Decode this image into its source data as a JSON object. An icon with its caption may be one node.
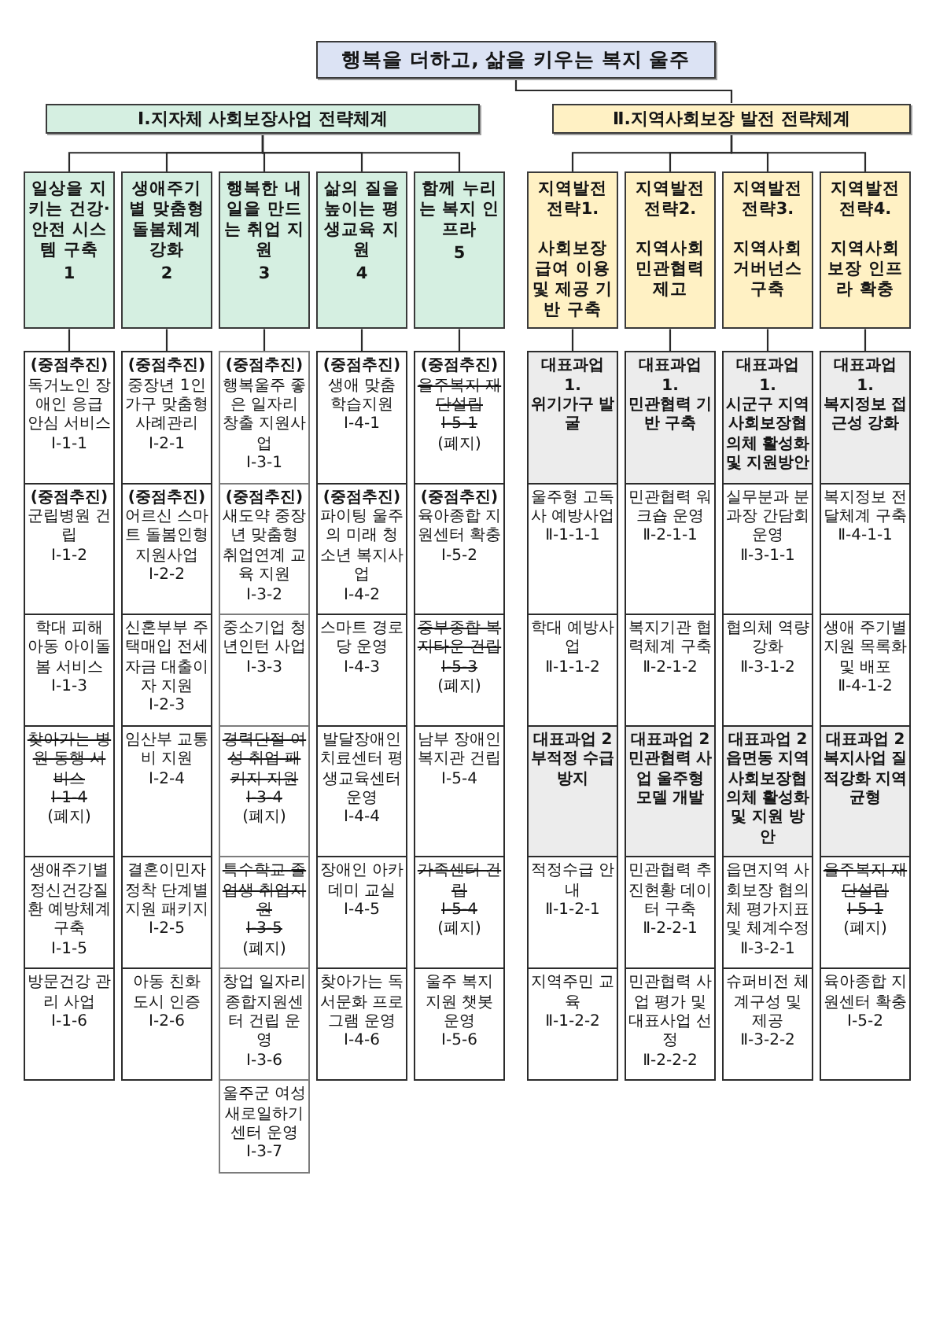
{
  "diagram": {
    "nodes": [
      {
        "text": [
          "행복을 더하고, 삶을 키우는 복지 울주"
        ]
      },
      {
        "text": [
          "Ⅰ.지자체 사회보장사업 전략체계"
        ]
      },
      {
        "text": [
          "Ⅱ.지역사회보장 발전 전략체계"
        ]
      },
      {
        "text": [
          "일상을 지키는 건강·안전 시스템 구축",
          "1"
        ]
      },
      {
        "text": [
          "생애주기별 맞춤형 돌봄체계 강화",
          "2"
        ]
      },
      {
        "text": [
          "행복한 내일을 만드는 취업 지원",
          "3"
        ]
      },
      {
        "text": [
          "삶의 질을 높이는 평생교육 지원",
          "4"
        ]
      },
      {
        "text": [
          "함께 누리는 복지 인프라",
          "5"
        ]
      },
      {
        "text": [
          "지역발전 전략1.",
          "사회보장급여 이용 및 제공 기반 구축"
        ]
      },
      {
        "text": [
          "지역발전 전략2.",
          "지역사회 민관협력 제고"
        ]
      },
      {
        "text": [
          "지역발전 전략3.",
          "지역사회 거버넌스 구축"
        ]
      },
      {
        "text": [
          "지역발전 전략4.",
          "지역사회보장 인프라 확충"
        ]
      },
      {
        "text": [
          "(중점추진)",
          "독거노인 장애인 응급 안심 서비스",
          "Ⅰ-1-1"
        ]
      },
      {
        "text": [
          "(중점추진)",
          "군립병원 건립",
          "Ⅰ-1-2"
        ]
      },
      {
        "text": [
          "학대 피해 아동 아이돌봄 서비스",
          "Ⅰ-1-3"
        ]
      },
      {
        "text": [
          "찾아가는 병원 동행 서비스",
          "Ⅰ-1-4",
          "(폐지)"
        ]
      },
      {
        "text": [
          "생애주기별 정신건강질환 예방체계 구축",
          "Ⅰ-1-5"
        ]
      },
      {
        "text": [
          "방문건강 관리 사업",
          "Ⅰ-1-6"
        ]
      },
      {
        "text": [
          "(중점추진)",
          "중장년 1인가구 맞춤형 사례관리",
          "Ⅰ-2-1"
        ]
      },
      {
        "text": [
          "(중점추진)",
          "어르신 스마트 돌봄인형 지원사업",
          "Ⅰ-2-2"
        ]
      },
      {
        "text": [
          "신혼부부 주택매입 전세자금 대출이자 지원",
          "Ⅰ-2-3"
        ]
      },
      {
        "text": [
          "임산부 교통비 지원",
          "Ⅰ-2-4"
        ]
      },
      {
        "text": [
          "결혼이민자 정착 단계별 지원 패키지",
          "Ⅰ-2-5"
        ]
      },
      {
        "text": [
          "아동 친화 도시 인증",
          "Ⅰ-2-6"
        ]
      },
      {
        "text": [
          "(중점추진)",
          "행복울주 좋은 일자리 창출 지원사업",
          "Ⅰ-3-1"
        ]
      },
      {
        "text": [
          "(중점추진)",
          "새도약 중장년 맞춤형 취업연계 교육 지원",
          "Ⅰ-3-2"
        ]
      },
      {
        "text": [
          "중소기업 청년인턴 사업",
          "Ⅰ-3-3"
        ]
      },
      {
        "text": [
          "경력단절 여성 취업 패키지 지원",
          "Ⅰ-3-4",
          "(폐지)"
        ]
      },
      {
        "text": [
          "특수학교 졸업생 취업지원",
          "Ⅰ-3-5",
          "(폐지)"
        ]
      },
      {
        "text": [
          "창업 일자리 종합지원센터 건립 운영",
          "Ⅰ-3-6"
        ]
      },
      {
        "text": [
          "울주군 여성 새로일하기 센터 운영",
          "Ⅰ-3-7"
        ]
      },
      {
        "text": [
          "(중점추진)",
          "생애 맞춤 학습지원",
          "Ⅰ-4-1"
        ]
      },
      {
        "text": [
          "(중점추진)",
          "파이팅 울주의 미래 청소년 복지사업",
          "Ⅰ-4-2"
        ]
      },
      {
        "text": [
          "스마트 경로당 운영",
          "Ⅰ-4-3"
        ]
      },
      {
        "text": [
          "발달장애인 치료센터 평생교육센터 운영",
          "Ⅰ-4-4"
        ]
      },
      {
        "text": [
          "장애인 아카데미 교실",
          "Ⅰ-4-5"
        ]
      },
      {
        "text": [
          "찾아가는 독서문화 프로그램 운영",
          "Ⅰ-4-6"
        ]
      },
      {
        "text": [
          "(중점추진)",
          "울주복지 재단설립",
          "Ⅰ-5-1",
          "(폐지)"
        ]
      },
      {
        "text": [
          "(중점추진)",
          "육아종합 지원센터 확충",
          "Ⅰ-5-2"
        ]
      },
      {
        "text": [
          "중부종합 복지타운 건립",
          "Ⅰ-5-3",
          "(폐지)"
        ]
      },
      {
        "text": [
          "남부 장애인 복지관 건립",
          "Ⅰ-5-4"
        ]
      },
      {
        "text": [
          "가족센터 건립",
          "Ⅰ-5-4",
          "(폐지)"
        ]
      },
      {
        "text": [
          "울주 복지 지원 챗봇 운영",
          "Ⅰ-5-6"
        ]
      },
      {
        "text": [
          "대표과업 1.",
          "위기가구 발굴"
        ]
      },
      {
        "text": [
          "울주형 고독사 예방사업",
          "Ⅱ-1-1-1"
        ]
      },
      {
        "text": [
          "학대 예방사업",
          "Ⅱ-1-1-2"
        ]
      },
      {
        "text": [
          "대표과업 2",
          "부적정 수급 방지"
        ]
      },
      {
        "text": [
          "적정수급 안내",
          "Ⅱ-1-2-1"
        ]
      },
      {
        "text": [
          "지역주민 교육",
          "Ⅱ-1-2-2"
        ]
      },
      {
        "text": [
          "대표과업 1.",
          "민관협력 기반 구축"
        ]
      },
      {
        "text": [
          "민관협력 워크숍 운영",
          "Ⅱ-2-1-1"
        ]
      },
      {
        "text": [
          "복지기관 협력체계 구축",
          "Ⅱ-2-1-2"
        ]
      },
      {
        "text": [
          "대표과업 2",
          "민관협력 사업 울주형 모델 개발"
        ]
      },
      {
        "text": [
          "민관협력 추진현황 데이터 구축",
          "Ⅱ-2-2-1"
        ]
      },
      {
        "text": [
          "민관협력 사업 평가 및 대표사업 선정",
          "Ⅱ-2-2-2"
        ]
      },
      {
        "text": [
          "대표과업 1.",
          "시군구 지역사회보장협의체 활성화 및 지원방안"
        ]
      },
      {
        "text": [
          "실무분과 분과장 간담회 운영",
          "Ⅱ-3-1-1"
        ]
      },
      {
        "text": [
          "협의체 역량 강화",
          "Ⅱ-3-1-2"
        ]
      },
      {
        "text": [
          "대표과업 2",
          "읍면동 지역사회보장협의체 활성화 및 지원 방안"
        ]
      },
      {
        "text": [
          "읍면지역 사회보장 협의체 평가지표 및 체계수정",
          "Ⅱ-3-2-1"
        ]
      },
      {
        "text": [
          "슈퍼비전 체계구성 및 제공",
          "Ⅱ-3-2-2"
        ]
      },
      {
        "text": [
          "대표과업 1.",
          "복지정보 접근성 강화"
        ]
      },
      {
        "text": [
          "복지정보 전달체계 구축",
          "Ⅱ-4-1-1"
        ]
      },
      {
        "text": [
          "생애 주기별 지원 목록화 및 배포",
          "Ⅱ-4-1-2"
        ]
      },
      {
        "text": [
          "대표과업 2",
          "복지사업 질적강화 지역균형"
        ]
      },
      {
        "text": [
          "울주복지 재단설립",
          "Ⅰ-5-1",
          "(폐지)"
        ]
      },
      {
        "text": [
          "육아종합 지원센터 확충",
          "Ⅰ-5-2"
        ]
      }
    ],
    "edges": [
      {
        "from": 0,
        "to": 2,
        "arrow": "none"
      },
      {
        "from": 1,
        "to": 3,
        "arrow": "none"
      },
      {
        "from": 1,
        "to": 4,
        "arrow": "none"
      },
      {
        "from": 1,
        "to": 5,
        "arrow": "none"
      },
      {
        "from": 1,
        "to": 6,
        "arrow": "none"
      },
      {
        "from": 1,
        "to": 7,
        "arrow": "none"
      },
      {
        "from": 2,
        "to": 8,
        "arrow": "none"
      },
      {
        "from": 2,
        "to": 9,
        "arrow": "none"
      },
      {
        "from": 2,
        "to": 10,
        "arrow": "none"
      },
      {
        "from": 2,
        "to": 11,
        "arrow": "none"
      },
      {
        "from": 3,
        "to": 12,
        "arrow": "none"
      },
      {
        "from": 4,
        "to": 18,
        "arrow": "none"
      },
      {
        "from": 5,
        "to": 24,
        "arrow": "none"
      },
      {
        "from": 6,
        "to": 31,
        "arrow": "none"
      },
      {
        "from": 7,
        "to": 37,
        "arrow": "none"
      },
      {
        "from": 8,
        "to": 43,
        "arrow": "none"
      },
      {
        "from": 9,
        "to": 49,
        "arrow": "none"
      },
      {
        "from": 10,
        "to": 55,
        "arrow": "none"
      },
      {
        "from": 11,
        "to": 61,
        "arrow": "none"
      }
    ]
  }
}
